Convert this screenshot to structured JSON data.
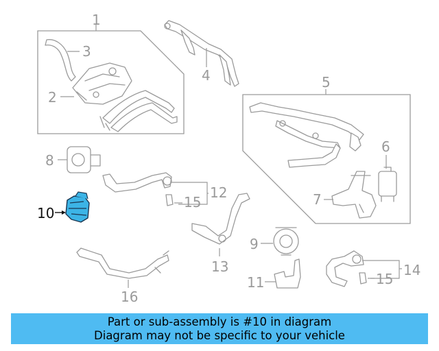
{
  "callouts": {
    "c1": "1",
    "c2": "2",
    "c3": "3",
    "c4": "4",
    "c5": "5",
    "c6": "6",
    "c7": "7",
    "c8": "8",
    "c9": "9",
    "c10": "10",
    "c11": "11",
    "c12": "12",
    "c13": "13",
    "c14": "14",
    "c15a": "15",
    "c15b": "15",
    "c16": "16"
  },
  "highlight_color": "#3cb4e6",
  "banner": {
    "line1": "Part or sub-assembly is #10 in diagram",
    "line2": "Diagram may not be specific to your vehicle",
    "background": "#4fbbf2"
  }
}
